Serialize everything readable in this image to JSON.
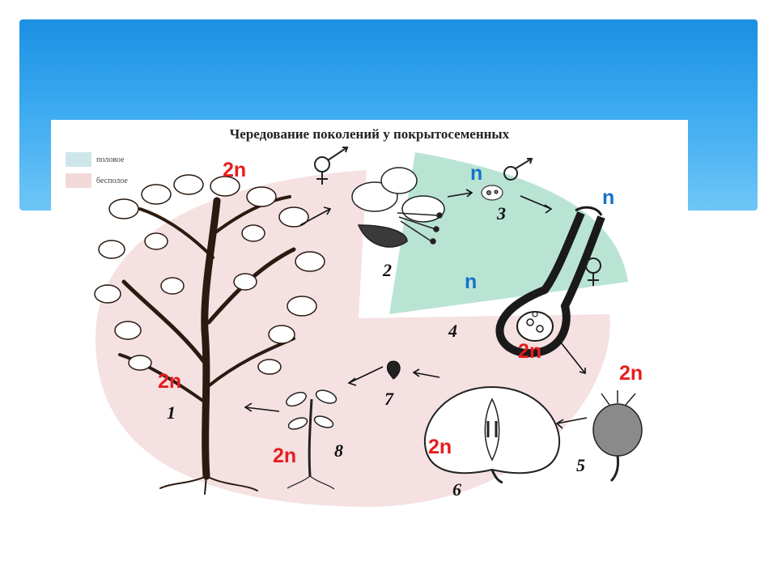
{
  "figure": {
    "title": "Чередование поколений у покрытосеменных",
    "legend": [
      {
        "label": "половое",
        "color": "#cde6ea"
      },
      {
        "label": "бесполое",
        "color": "#f3d8da"
      }
    ]
  },
  "ploidy_labels": [
    "2n",
    "n",
    "n",
    "n",
    "2n",
    "2n",
    "2n",
    "2n",
    "2n"
  ],
  "stage_numbers": [
    "1",
    "2",
    "3",
    "4",
    "5",
    "6",
    "7",
    "8"
  ],
  "colors": {
    "sexual_phase": "#b9e4d4",
    "asexual_phase": "#f5e1e2",
    "diploid_text": "#e61e1e",
    "haploid_text": "#1473c8"
  }
}
